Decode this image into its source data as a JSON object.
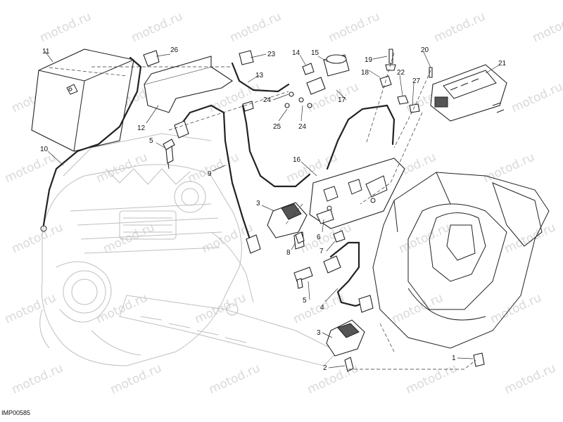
{
  "diagram": {
    "drawing_code": "IMP00585",
    "watermark_text": "motod.ru",
    "callouts": [
      {
        "id": "c1",
        "text": "1"
      },
      {
        "id": "c2",
        "text": "2"
      },
      {
        "id": "c3a",
        "text": "3"
      },
      {
        "id": "c3b",
        "text": "3"
      },
      {
        "id": "c4",
        "text": "4"
      },
      {
        "id": "c5a",
        "text": "5"
      },
      {
        "id": "c5b",
        "text": "5"
      },
      {
        "id": "c6",
        "text": "6"
      },
      {
        "id": "c7",
        "text": "7"
      },
      {
        "id": "c8",
        "text": "8"
      },
      {
        "id": "c9",
        "text": "9"
      },
      {
        "id": "c10",
        "text": "10"
      },
      {
        "id": "c11",
        "text": "11"
      },
      {
        "id": "c12",
        "text": "12"
      },
      {
        "id": "c13",
        "text": "13"
      },
      {
        "id": "c14",
        "text": "14"
      },
      {
        "id": "c15",
        "text": "15"
      },
      {
        "id": "c16",
        "text": "16"
      },
      {
        "id": "c17",
        "text": "17"
      },
      {
        "id": "c18",
        "text": "18"
      },
      {
        "id": "c19",
        "text": "19"
      },
      {
        "id": "c20",
        "text": "20"
      },
      {
        "id": "c21",
        "text": "21"
      },
      {
        "id": "c22",
        "text": "22"
      },
      {
        "id": "c23",
        "text": "23"
      },
      {
        "id": "c24a",
        "text": "24"
      },
      {
        "id": "c24b",
        "text": "24"
      },
      {
        "id": "c25",
        "text": "25"
      },
      {
        "id": "c26",
        "text": "26"
      },
      {
        "id": "c27",
        "text": "27"
      }
    ]
  }
}
